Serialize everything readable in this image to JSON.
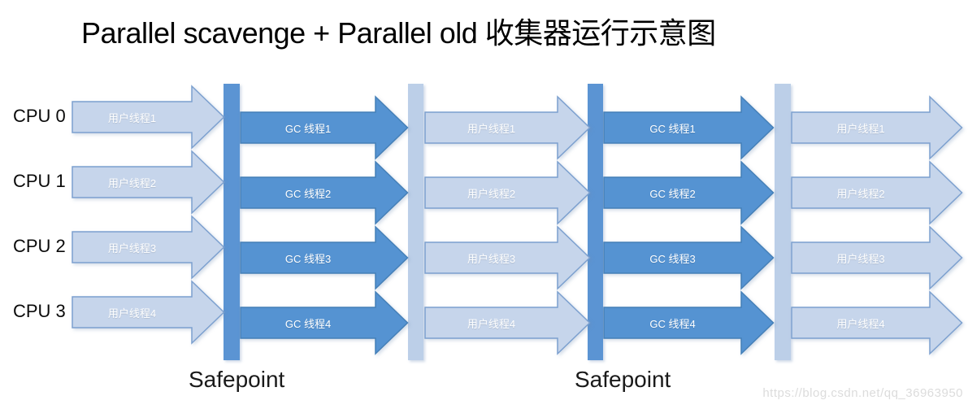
{
  "title": "Parallel scavenge + Parallel old 收集器运行示意图",
  "rows": [
    {
      "cpu": "CPU 0",
      "arrows": [
        "用户线程1",
        "GC 线程1",
        "用户线程1",
        "GC 线程1",
        "用户线程1"
      ]
    },
    {
      "cpu": "CPU 1",
      "arrows": [
        "用户线程2",
        "GC 线程2",
        "用户线程2",
        "GC 线程2",
        "用户线程2"
      ]
    },
    {
      "cpu": "CPU 2",
      "arrows": [
        "用户线程3",
        "GC 线程3",
        "用户线程3",
        "GC 线程3",
        "用户线程3"
      ]
    },
    {
      "cpu": "CPU 3",
      "arrows": [
        "用户线程4",
        "GC 线程4",
        "用户线程4",
        "GC 线程4",
        "用户线程4"
      ]
    }
  ],
  "safepoints": [
    "Safepoint",
    "Safepoint"
  ],
  "watermark": "https://blog.csdn.net/qq_36963950",
  "colors": {
    "user_fill": "#c6d5eb",
    "user_stroke": "#7ca0cf",
    "gc_fill": "#5593d2",
    "gc_stroke": "#4580b8",
    "bar_dark": "#5b94d3",
    "bar_light": "#bccfe8"
  }
}
